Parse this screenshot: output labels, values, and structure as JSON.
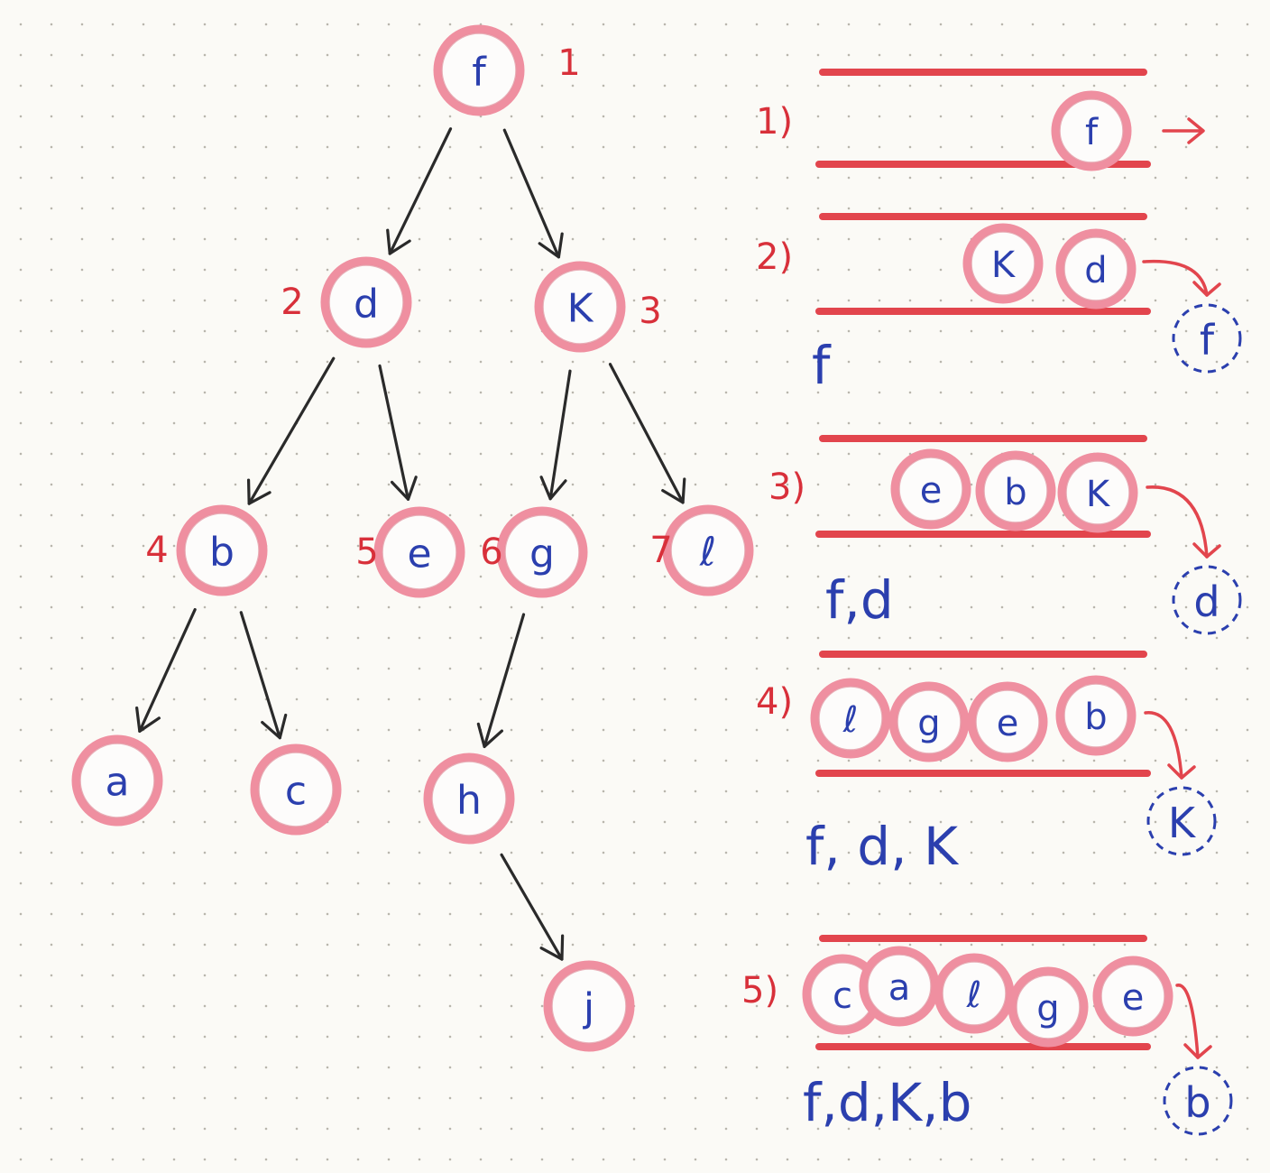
{
  "tree": {
    "nodes": [
      {
        "id": "f",
        "label": "f",
        "order": "1"
      },
      {
        "id": "d",
        "label": "d",
        "order": "2"
      },
      {
        "id": "k",
        "label": "K",
        "order": "3"
      },
      {
        "id": "b",
        "label": "b",
        "order": "4"
      },
      {
        "id": "e",
        "label": "e",
        "order": "5"
      },
      {
        "id": "g",
        "label": "g",
        "order": "6"
      },
      {
        "id": "l",
        "label": "ℓ",
        "order": "7"
      },
      {
        "id": "a",
        "label": "a",
        "order": ""
      },
      {
        "id": "c",
        "label": "c",
        "order": ""
      },
      {
        "id": "h",
        "label": "h",
        "order": ""
      },
      {
        "id": "j",
        "label": "j",
        "order": ""
      }
    ],
    "edges": [
      {
        "from": "f",
        "to": "d"
      },
      {
        "from": "f",
        "to": "k"
      },
      {
        "from": "d",
        "to": "b"
      },
      {
        "from": "d",
        "to": "e"
      },
      {
        "from": "k",
        "to": "g"
      },
      {
        "from": "k",
        "to": "l"
      },
      {
        "from": "b",
        "to": "a"
      },
      {
        "from": "b",
        "to": "c"
      },
      {
        "from": "g",
        "to": "h"
      },
      {
        "from": "h",
        "to": "j"
      }
    ]
  },
  "queue_steps": [
    {
      "label": "1)",
      "queue": [
        "f"
      ],
      "dequeued": "",
      "visited": ""
    },
    {
      "label": "2)",
      "queue": [
        "K",
        "d"
      ],
      "dequeued": "f",
      "visited": "f"
    },
    {
      "label": "3)",
      "queue": [
        "e",
        "b",
        "K"
      ],
      "dequeued": "d",
      "visited": "f,d"
    },
    {
      "label": "4)",
      "queue": [
        "ℓ",
        "g",
        "e",
        "b"
      ],
      "dequeued": "K",
      "visited": "f, d, K"
    },
    {
      "label": "5)",
      "queue": [
        "c",
        "a",
        "ℓ",
        "g",
        "e"
      ],
      "dequeued": "b",
      "visited": "f,d,K,b"
    }
  ],
  "colors": {
    "ink_blue": "#2b3fae",
    "accent_red": "#d8303a",
    "node_pink": "#ef8fa0",
    "edge_black": "#2a2a2a"
  }
}
